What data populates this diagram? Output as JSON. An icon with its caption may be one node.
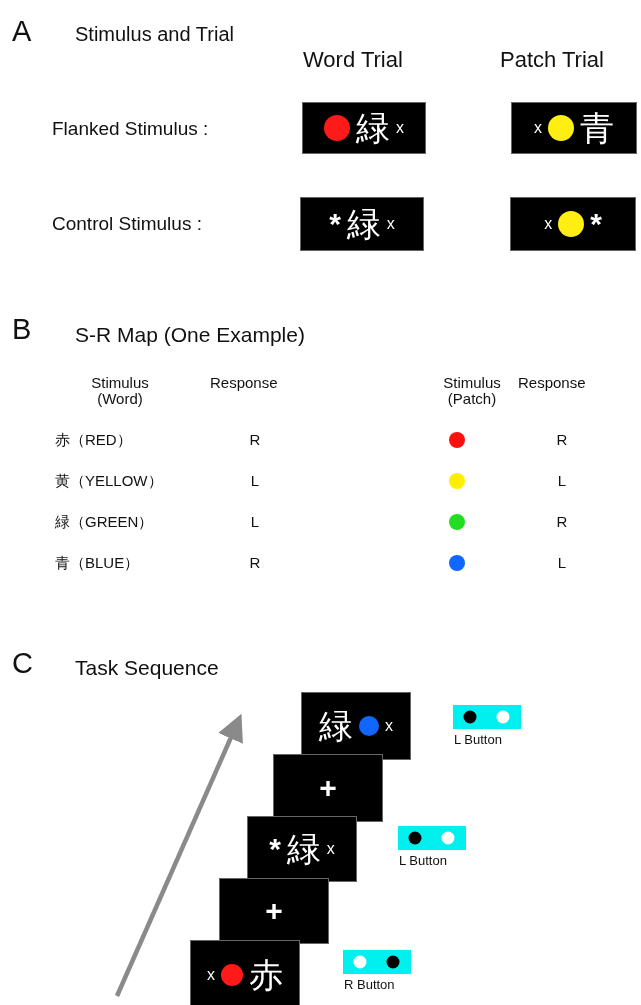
{
  "diagram": {
    "nodes": [
      {
        "text": [
          "緑",
          "x"
        ]
      },
      {
        "text": [
          "x",
          "青"
        ]
      },
      {
        "text": [
          "*",
          "緑",
          "x"
        ]
      },
      {
        "text": [
          "x",
          "*"
        ]
      },
      {
        "text": [
          "緑",
          "x"
        ]
      },
      {
        "text": [
          "+"
        ]
      },
      {
        "text": [
          "*",
          "緑",
          "x"
        ]
      },
      {
        "text": [
          "+"
        ]
      },
      {
        "text": [
          "x",
          "赤"
        ]
      }
    ],
    "edges": [],
    "labels": [
      "A",
      "Stimulus and Trial",
      "Word Trial",
      "Patch Trial",
      "Flanked Stimulus :",
      "Control Stimulus :",
      "B",
      "S-R Map (One Example)",
      "Stimulus (Word)",
      "Response",
      "Stimulus (Patch)",
      "Response",
      "赤（RED）",
      "R",
      "R",
      "黄（YELLOW）",
      "L",
      "L",
      "緑（GREEN）",
      "L",
      "R",
      "青（BLUE）",
      "R",
      "L",
      "C",
      "Task Sequence",
      "L Button",
      "L Button",
      "R Button"
    ]
  }
}
